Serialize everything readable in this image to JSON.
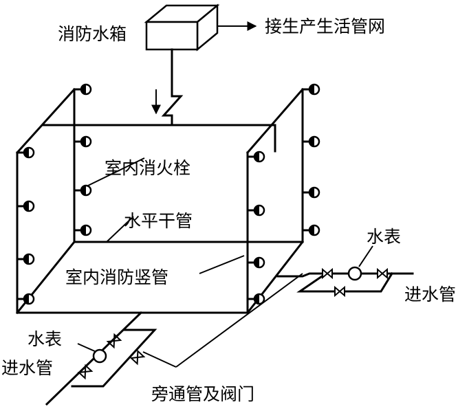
{
  "labels": {
    "tank": "消防水箱",
    "supply": "接生产生活管网",
    "hydrant": "室内消火栓",
    "horizontal": "水平干管",
    "riser": "室内消防竖管",
    "meter_right": "水表",
    "inlet_right": "进水管",
    "meter_left": "水表",
    "inlet_left": "进水管",
    "bypass": "旁通管及阀门"
  },
  "icons": {
    "hydrant": "hydrant-icon",
    "valve": "gate-valve-icon",
    "meter": "water-meter-icon",
    "check_valve": "check-valve-icon",
    "arrow": "flow-arrow-icon"
  }
}
